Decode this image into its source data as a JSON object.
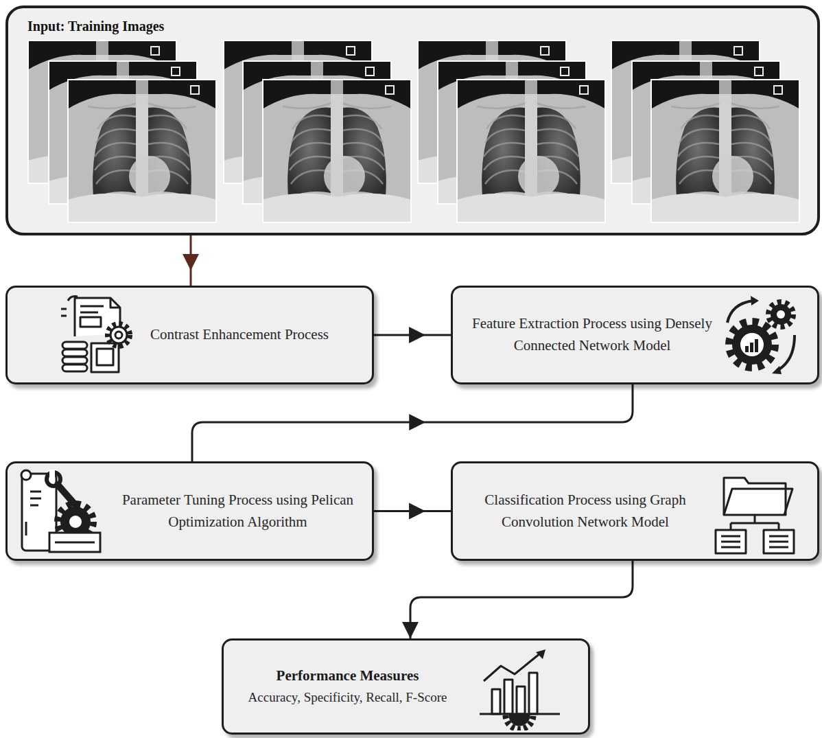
{
  "diagram": {
    "nodes": [
      {
        "text": [
          "Input: Training Images"
        ]
      },
      {
        "text": [
          "Contrast Enhancement Process"
        ]
      },
      {
        "text": [
          "Feature Extraction Process using Densely Connected Network Model"
        ]
      },
      {
        "text": [
          "Parameter Tuning Process using Pelican Optimization Algorithm"
        ]
      },
      {
        "text": [
          "Classification Process using Graph Convolution Network Model"
        ]
      },
      {
        "text": [
          "Performance Measures",
          "Accuracy, Specificity, Recall, F-Score"
        ]
      }
    ],
    "edges": [
      {
        "from": 0,
        "to": 1,
        "arrow": "to"
      },
      {
        "from": 1,
        "to": 2,
        "arrow": "to"
      },
      {
        "from": 3,
        "to": 2,
        "arrow": "to"
      },
      {
        "from": 3,
        "to": 4,
        "arrow": "to"
      },
      {
        "from": 4,
        "to": 5,
        "arrow": "to"
      }
    ]
  }
}
